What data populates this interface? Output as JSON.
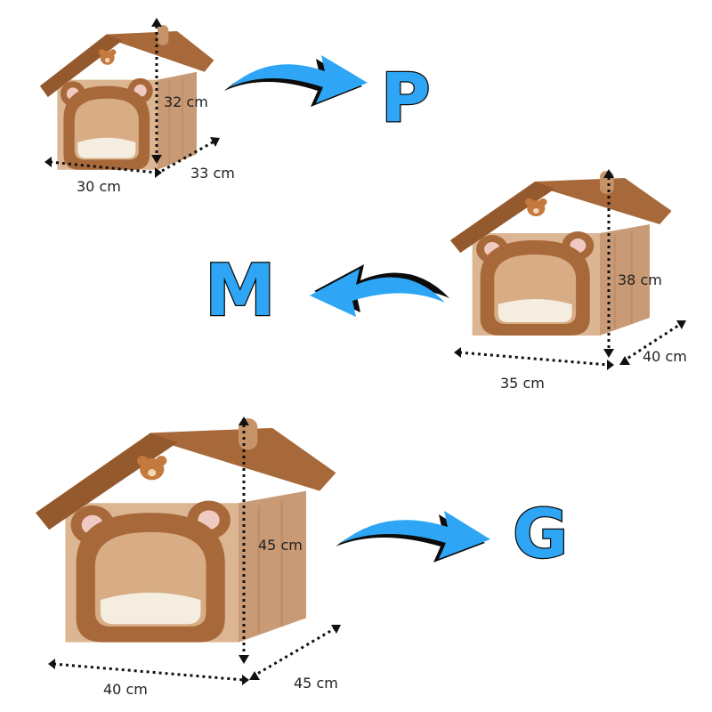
{
  "sizes": [
    {
      "label": "P",
      "width": "30 cm",
      "depth": "33 cm",
      "height": "32 cm"
    },
    {
      "label": "M",
      "width": "35 cm",
      "depth": "40 cm",
      "height": "38 cm"
    },
    {
      "label": "G",
      "width": "40 cm",
      "depth": "45 cm",
      "height": "45 cm"
    }
  ],
  "colors": {
    "arrow": "#2ea6f5",
    "arrow_outline": "#0b0b0b",
    "house_body": "#d9b08c",
    "roof_fur": "#a8693a",
    "cushion": "#f5ede0"
  }
}
